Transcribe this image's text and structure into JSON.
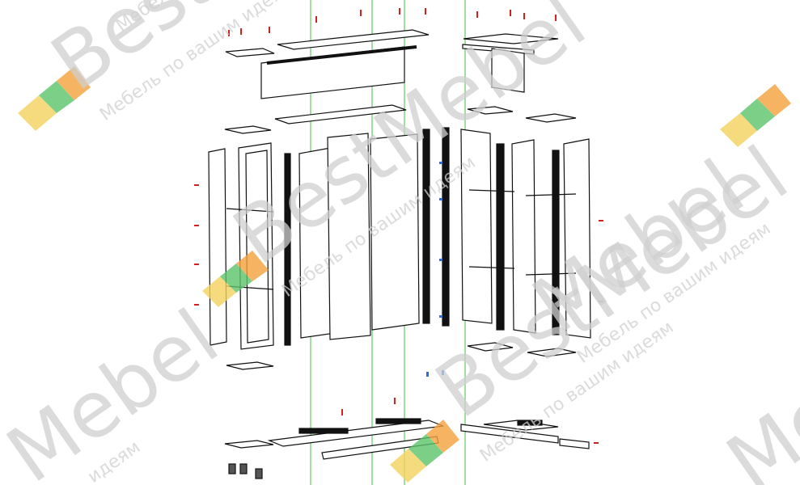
{
  "watermark": {
    "brand": "BestMebel",
    "brand_short": "Mebel",
    "slogan": "Мебель по вашим идеям",
    "slogan_short": "идеям",
    "slogan_part": "Мебель по"
  },
  "colors": {
    "line": "#111111",
    "guide": "#3fbf3f",
    "fastener_red": "#d21f1f",
    "fastener_blue": "#2b6fd6",
    "watermark": "#cfcfcf",
    "logo_orange": "#f5a23c",
    "logo_green": "#5cc46a",
    "logo_yellow": "#f4d35e"
  }
}
